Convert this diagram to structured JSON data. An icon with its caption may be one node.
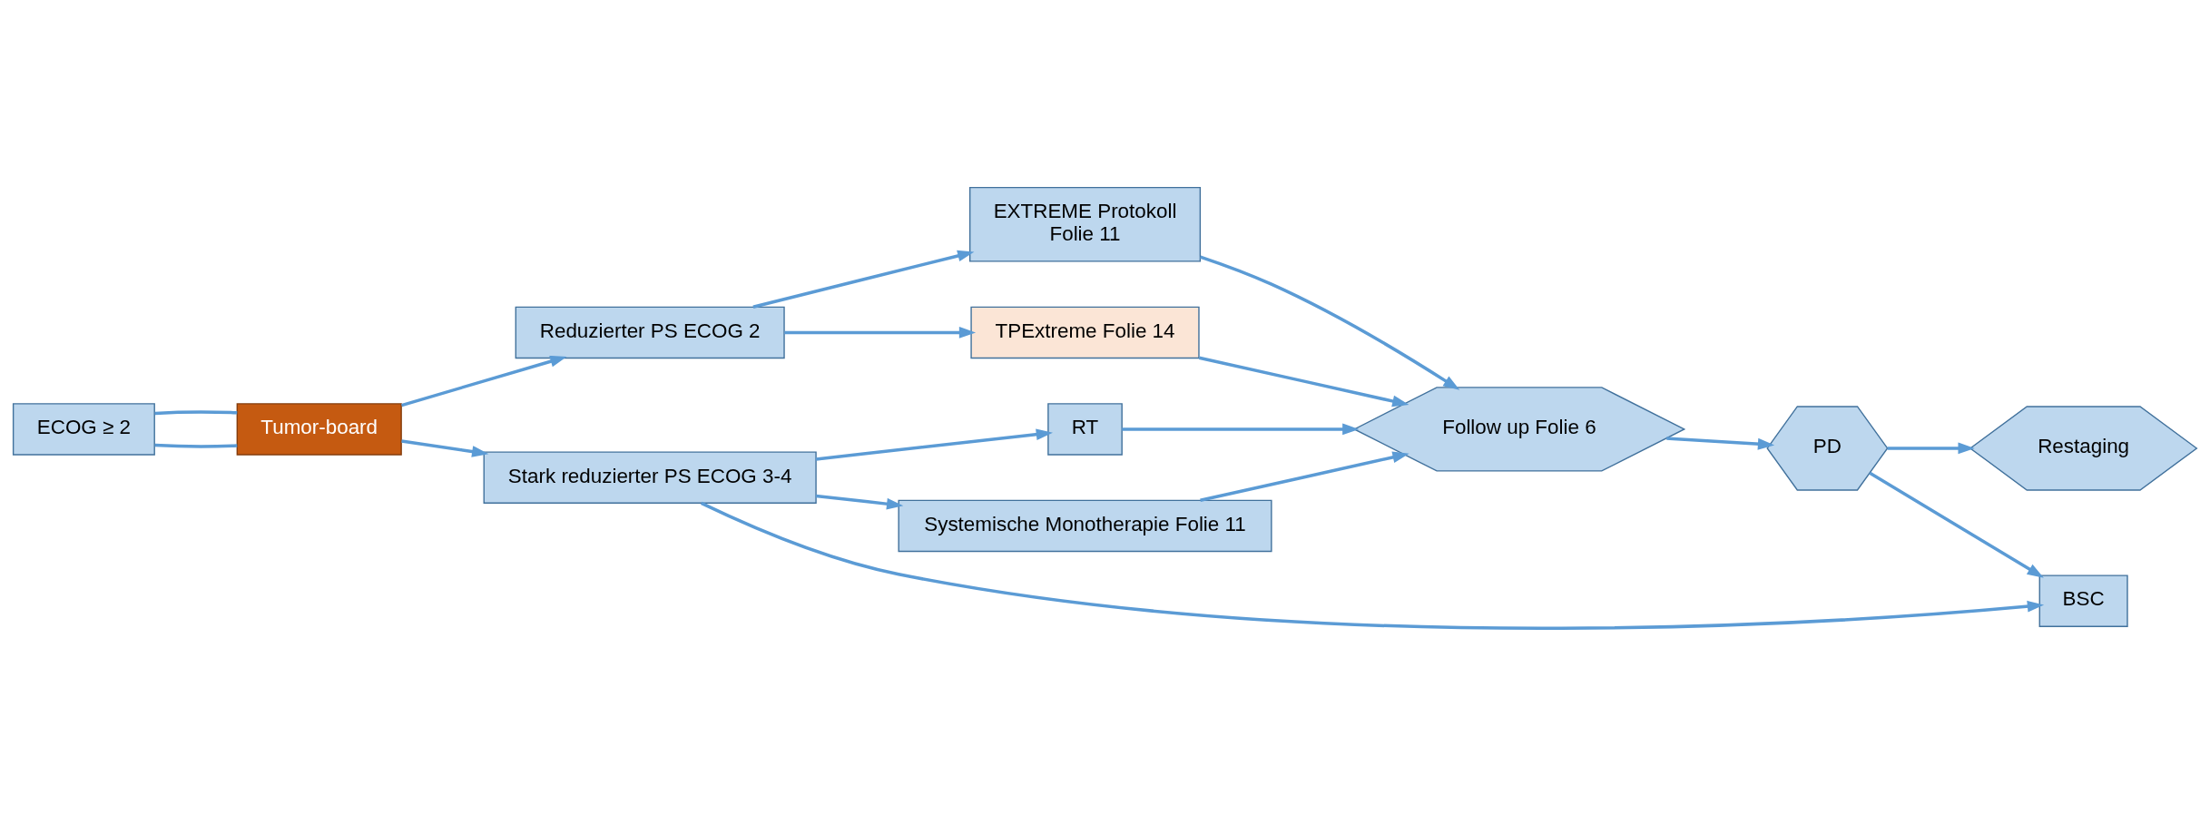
{
  "diagram": {
    "nodes": [
      {
        "text": [
          "ECOG ≥ 2"
        ]
      },
      {
        "text": [
          "Tumor-board"
        ]
      },
      {
        "text": [
          "Reduzierter PS ECOG 2"
        ]
      },
      {
        "text": [
          "Stark reduzierter PS ECOG 3-4"
        ]
      },
      {
        "text": [
          "EXTREME Protokoll",
          "Folie 11"
        ]
      },
      {
        "text": [
          "TPExtreme Folie 14"
        ]
      },
      {
        "text": [
          "RT"
        ]
      },
      {
        "text": [
          "Systemische Monotherapie Folie 11"
        ]
      },
      {
        "text": [
          "Follow up Folie 6"
        ]
      },
      {
        "text": [
          "PD"
        ]
      },
      {
        "text": [
          "Restaging"
        ]
      },
      {
        "text": [
          "BSC"
        ]
      }
    ],
    "edges": [
      {
        "from": 0,
        "to": 1,
        "arrow": "none"
      },
      {
        "from": 0,
        "to": 1,
        "arrow": "none"
      },
      {
        "from": 1,
        "to": 2,
        "arrow": "to"
      },
      {
        "from": 1,
        "to": 3,
        "arrow": "to"
      },
      {
        "from": 2,
        "to": 4,
        "arrow": "to"
      },
      {
        "from": 2,
        "to": 5,
        "arrow": "to"
      },
      {
        "from": 3,
        "to": 6,
        "arrow": "to"
      },
      {
        "from": 3,
        "to": 7,
        "arrow": "to"
      },
      {
        "from": 3,
        "to": 11,
        "arrow": "to"
      },
      {
        "from": 4,
        "to": 8,
        "arrow": "to"
      },
      {
        "from": 5,
        "to": 8,
        "arrow": "to"
      },
      {
        "from": 6,
        "to": 8,
        "arrow": "to"
      },
      {
        "from": 7,
        "to": 8,
        "arrow": "to"
      },
      {
        "from": 8,
        "to": 9,
        "arrow": "to"
      },
      {
        "from": 9,
        "to": 10,
        "arrow": "to"
      },
      {
        "from": 9,
        "to": 11,
        "arrow": "to"
      }
    ]
  }
}
